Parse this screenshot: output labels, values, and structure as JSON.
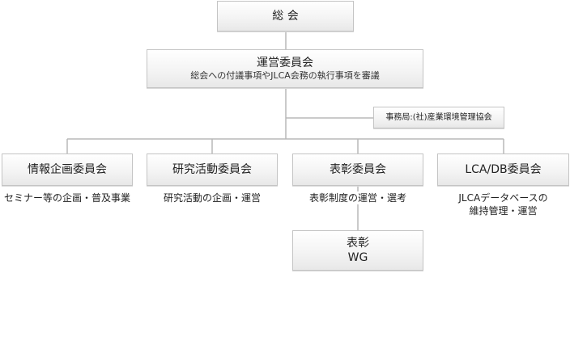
{
  "general_assembly": {
    "label": "総 会"
  },
  "steering_committee": {
    "label": "運営委員会",
    "description": "総会への付議事項やJLCA会務の執行事項を審議"
  },
  "secretariat": {
    "label": "事務局:(社)産業環境管理協会"
  },
  "committees": [
    {
      "label": "情報企画委員会",
      "description_lines": [
        "セミナー等の企画・普及事業"
      ]
    },
    {
      "label": "研究活動委員会",
      "description_lines": [
        "研究活動の企画・運営"
      ]
    },
    {
      "label": "表彰委員会",
      "description_lines": [
        "表彰制度の運営・選考"
      ]
    },
    {
      "label": "LCA/DB委員会",
      "description_lines": [
        "JLCAデータベースの",
        "維持管理・運営"
      ]
    }
  ],
  "award_wg": {
    "label_lines": [
      "表彰",
      "WG"
    ]
  },
  "colors": {
    "box_border": "#c4c4c4",
    "box_fill_top": "#ffffff",
    "box_fill_bottom": "#e8e8e8",
    "connector": "#b8b8b8",
    "text": "#222222"
  }
}
